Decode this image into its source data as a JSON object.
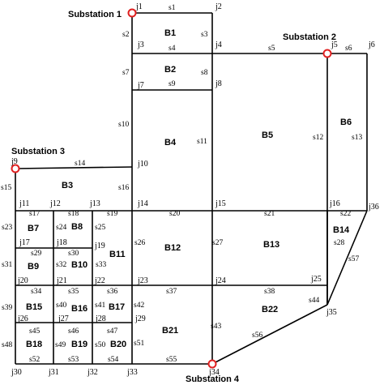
{
  "substations": [
    {
      "id": "sub1",
      "label": "Substation 1"
    },
    {
      "id": "sub2",
      "label": "Substation 2"
    },
    {
      "id": "sub3",
      "label": "Substation 3"
    },
    {
      "id": "sub4",
      "label": "Substation 4"
    }
  ],
  "junctions": [
    "j1",
    "j2",
    "j3",
    "j4",
    "j5",
    "j6",
    "j7",
    "j8",
    "j9",
    "j10",
    "j11",
    "j12",
    "j13",
    "j14",
    "j15",
    "j16",
    "j17",
    "j18",
    "j19",
    "j20",
    "j21",
    "j22",
    "j23",
    "j24",
    "j25",
    "j26",
    "j27",
    "j28",
    "j29",
    "j30",
    "j31",
    "j32",
    "j33",
    "j34",
    "j35",
    "j36"
  ],
  "lines": [
    "s1",
    "s2",
    "s3",
    "s4",
    "s5",
    "s6",
    "s7",
    "s8",
    "s9",
    "s10",
    "s11",
    "s12",
    "s13",
    "s14",
    "s15",
    "s16",
    "s17",
    "s18",
    "s19",
    "s20",
    "s21",
    "s22",
    "s23",
    "s24",
    "s25",
    "s26",
    "s27",
    "s28",
    "s29",
    "s30",
    "s31",
    "s32",
    "s33",
    "s34",
    "s35",
    "s36",
    "s37",
    "s38",
    "s39",
    "s40",
    "s41",
    "s42",
    "s43",
    "s44",
    "s45",
    "s46",
    "s47",
    "s48",
    "s49",
    "s50",
    "s51",
    "s52",
    "s53",
    "s54",
    "s55",
    "s56",
    "s57"
  ],
  "blocks": [
    "B1",
    "B2",
    "B3",
    "B4",
    "B5",
    "B6",
    "B7",
    "B8",
    "B9",
    "B10",
    "B11",
    "B12",
    "B13",
    "B14",
    "B15",
    "B16",
    "B17",
    "B18",
    "B19",
    "B20",
    "B21",
    "B22"
  ],
  "colors": {
    "line": "#000000",
    "substation_marker": "#e02020",
    "background": "#ffffff"
  }
}
